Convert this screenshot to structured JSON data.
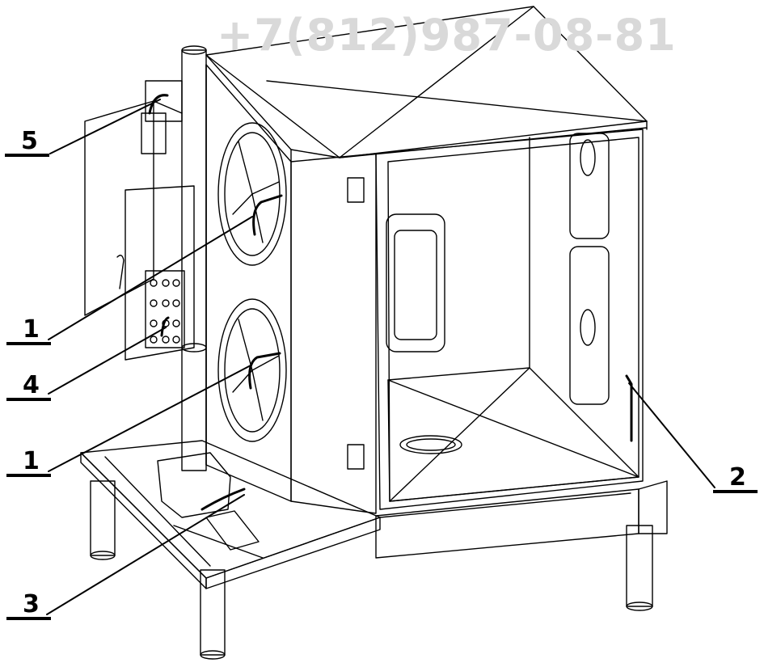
{
  "watermark": "+7(812)987-08-81",
  "callouts": {
    "c5": "5",
    "c1a": "1",
    "c4": "4",
    "c1b": "1",
    "c2": "2",
    "c3": "3"
  },
  "colors": {
    "line": "#000000",
    "watermark": "#d9d9d9",
    "background": "#ffffff"
  }
}
